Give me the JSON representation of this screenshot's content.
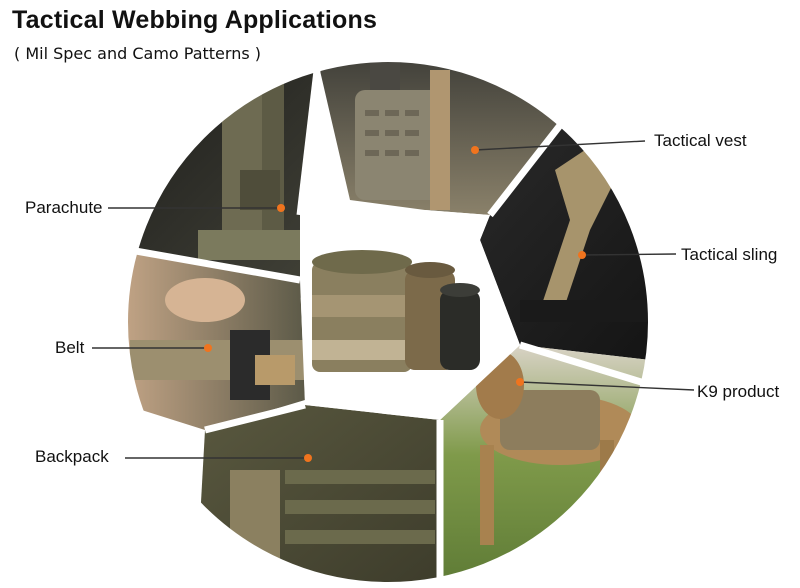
{
  "header": {
    "title": "Tactical Webbing Applications",
    "subtitle": "( Mil Spec and Camo Patterns )"
  },
  "applications": [
    {
      "id": "parachute",
      "label": "Parachute"
    },
    {
      "id": "tactical-vest",
      "label": "Tactical vest"
    },
    {
      "id": "tactical-sling",
      "label": "Tactical sling"
    },
    {
      "id": "belt",
      "label": "Belt"
    },
    {
      "id": "k9-product",
      "label": "K9 product"
    },
    {
      "id": "backpack",
      "label": "Backpack"
    }
  ],
  "colors": {
    "marker": "#f0741e",
    "leader_line": "#333333",
    "olive": "#6b6a4c",
    "coyote": "#a48a62",
    "dark": "#2d2d2b"
  }
}
